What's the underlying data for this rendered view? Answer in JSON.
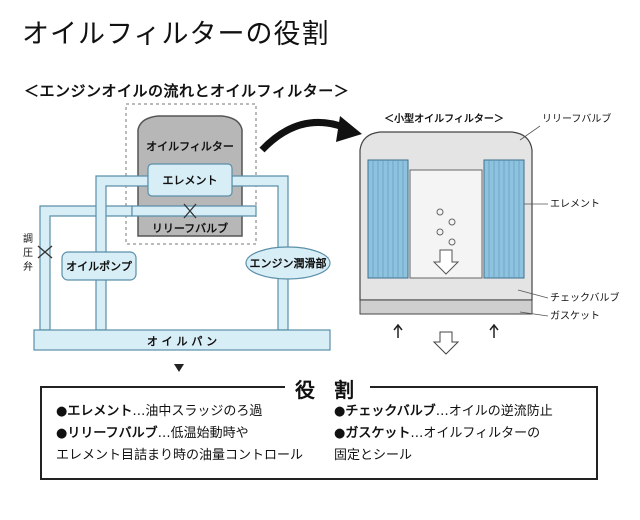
{
  "title": "オイルフィルターの役割",
  "subtitle": "＜エンジンオイルの流れとオイルフィルター＞",
  "flow": {
    "oil_filter": "オイルフィルター",
    "element": "エレメント",
    "relief_valve": "リリーフバルブ",
    "pressure_valve": [
      "調",
      "圧",
      "弁"
    ],
    "oil_pump": "オイルポンプ",
    "engine_lube": "エンジン潤滑部",
    "oil_pan": "オ イ ル パ ン"
  },
  "cutaway": {
    "title": "＜小型オイルフィルター＞",
    "relief_valve": "リリーフバルブ",
    "element": "エレメント",
    "check_valve": "チェックバルブ",
    "gasket": "ガスケット"
  },
  "roles": {
    "heading": "役 割",
    "items": [
      {
        "name": "●エレメント",
        "desc": "…油中スラッジのろ過"
      },
      {
        "name": "●リリーフバルブ",
        "desc": "…低温始動時や"
      },
      {
        "name": "",
        "desc": "エレメント目詰まり時の油量コントロール"
      },
      {
        "name": "●チェックバルブ",
        "desc": "…オイルの逆流防止"
      },
      {
        "name": "●ガスケット",
        "desc": "…オイルフィルターの"
      },
      {
        "name": "",
        "desc": "固定とシール"
      }
    ]
  },
  "colors": {
    "pipe_fill": "#d8eef7",
    "pipe_stroke": "#5a8fa8",
    "filter_gray": "#b7b7b7",
    "element_blue": "#8ec3e0"
  }
}
